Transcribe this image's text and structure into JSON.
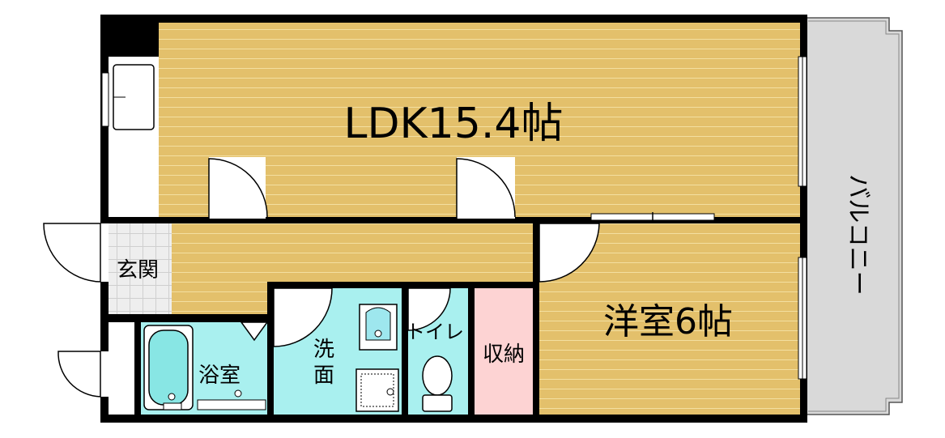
{
  "rooms": {
    "ldk": "LDK15.4帖",
    "western": "洋室6帖",
    "entrance": "玄関",
    "bath": "浴室",
    "wash_top": "洗",
    "wash_bottom": "面",
    "toilet": "トイレ",
    "storage": "収納",
    "balcony": "バルコニー"
  },
  "colors": {
    "floor": "#e3c06b",
    "floor_line": "#f3dfa0",
    "wet_area": "#a9f0ef",
    "storage": "#fdd3d3",
    "balcony": "#d9d9d9",
    "wall": "#000000"
  }
}
